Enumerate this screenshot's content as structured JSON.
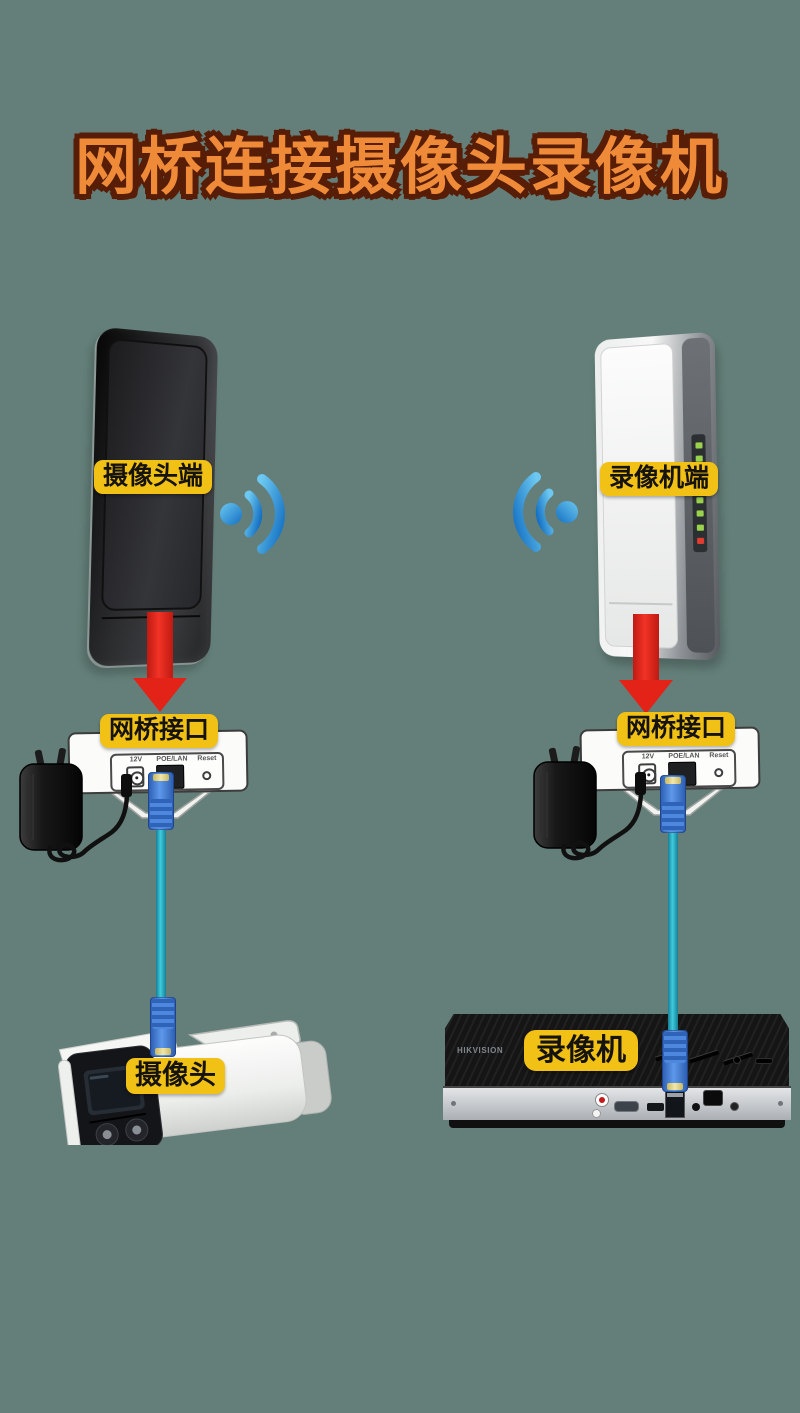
{
  "title": "网桥连接摄像头录像机",
  "bridges": {
    "left": {
      "label": "摄像头端"
    },
    "right": {
      "label": "录像机端"
    }
  },
  "interfaces": {
    "left": {
      "label": "网桥接口",
      "port_labels": [
        "12V",
        "POE/LAN",
        "Reset"
      ]
    },
    "right": {
      "label": "网桥接口",
      "port_labels": [
        "12V",
        "POE/LAN",
        "Reset"
      ]
    }
  },
  "devices": {
    "camera": {
      "label": "摄像头"
    },
    "recorder": {
      "label": "录像机",
      "brand": "HIKVISION"
    }
  },
  "colors": {
    "background": "#647f79",
    "title_fill": "#ee8a38",
    "title_outline": "#571d07",
    "label_yellow": "#f2c116",
    "arrow_red": "#e32318",
    "cable_cyan": "#3fcbdf",
    "connector_blue": "#4d88de",
    "wifi_blue": "#2f9ce0"
  }
}
